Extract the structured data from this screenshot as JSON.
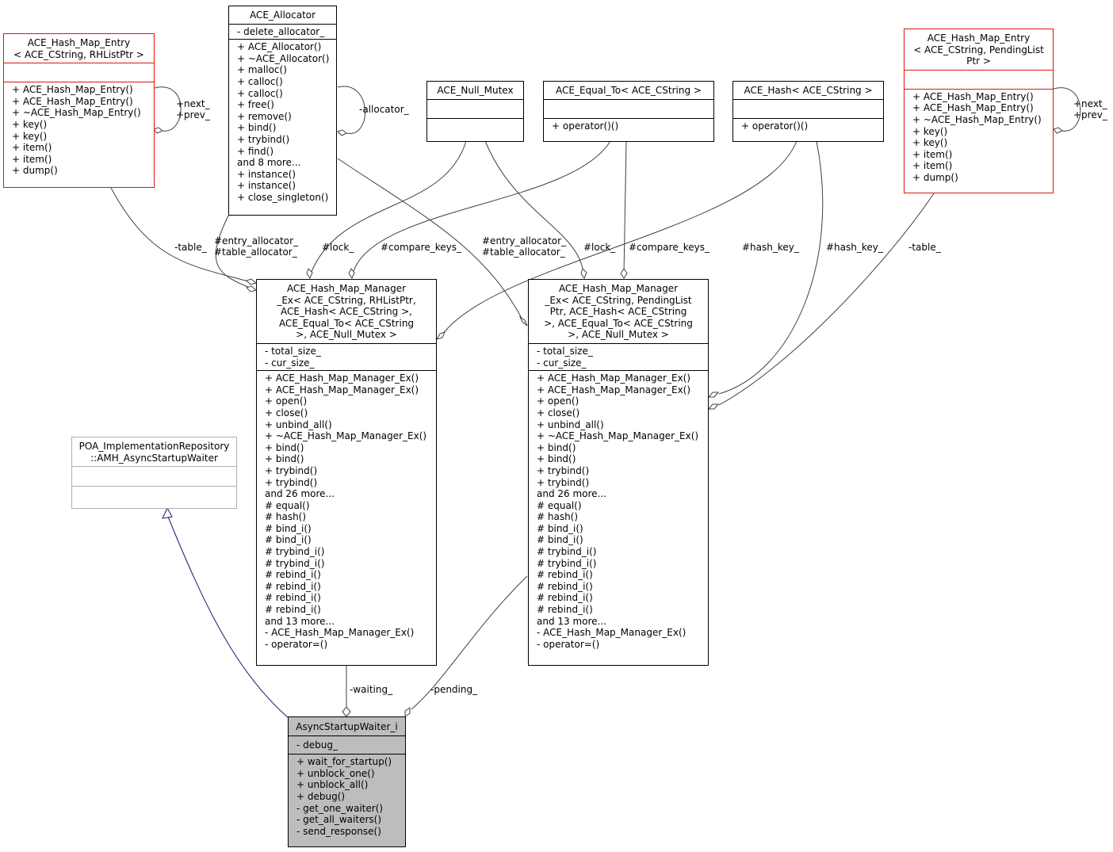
{
  "classes": {
    "hash_map_entry_rh": {
      "title": [
        "ACE_Hash_Map_Entry",
        "< ACE_CString, RHListPtr >"
      ],
      "attributes": [],
      "methods": [
        "+ ACE_Hash_Map_Entry()",
        "+ ACE_Hash_Map_Entry()",
        "+ ~ACE_Hash_Map_Entry()",
        "+ key()",
        "+ key()",
        "+ item()",
        "+ item()",
        "+ dump()"
      ]
    },
    "ace_allocator": {
      "title": [
        "ACE_Allocator"
      ],
      "attributes": [
        "- delete_allocator_"
      ],
      "methods": [
        "+ ACE_Allocator()",
        "+ ~ACE_Allocator()",
        "+ malloc()",
        "+ calloc()",
        "+ calloc()",
        "+ free()",
        "+ remove()",
        "+ bind()",
        "+ trybind()",
        "+ find()",
        "and 8 more...",
        "+ instance()",
        "+ instance()",
        "+ close_singleton()"
      ]
    },
    "ace_null_mutex": {
      "title": [
        "ACE_Null_Mutex"
      ],
      "attributes": [],
      "methods": []
    },
    "ace_equal_to": {
      "title": [
        "ACE_Equal_To< ACE_CString >"
      ],
      "attributes": [],
      "methods": [
        "+ operator()()"
      ]
    },
    "ace_hash": {
      "title": [
        "ACE_Hash< ACE_CString >"
      ],
      "attributes": [],
      "methods": [
        "+ operator()()"
      ]
    },
    "hash_map_entry_pending": {
      "title": [
        "ACE_Hash_Map_Entry",
        "< ACE_CString, PendingList",
        "Ptr >"
      ],
      "attributes": [],
      "methods": [
        "+ ACE_Hash_Map_Entry()",
        "+ ACE_Hash_Map_Entry()",
        "+ ~ACE_Hash_Map_Entry()",
        "+ key()",
        "+ key()",
        "+ item()",
        "+ item()",
        "+ dump()"
      ]
    },
    "map_manager_rh": {
      "title": [
        "ACE_Hash_Map_Manager",
        "_Ex< ACE_CString, RHListPtr,",
        "ACE_Hash< ACE_CString >,",
        "ACE_Equal_To< ACE_CString",
        ">, ACE_Null_Mutex >"
      ],
      "attributes": [
        "- total_size_",
        "- cur_size_"
      ],
      "methods": [
        "+ ACE_Hash_Map_Manager_Ex()",
        "+ ACE_Hash_Map_Manager_Ex()",
        "+ open()",
        "+ close()",
        "+ unbind_all()",
        "+ ~ACE_Hash_Map_Manager_Ex()",
        "+ bind()",
        "+ bind()",
        "+ trybind()",
        "+ trybind()",
        "and 26 more...",
        "# equal()",
        "# hash()",
        "# bind_i()",
        "# bind_i()",
        "# trybind_i()",
        "# trybind_i()",
        "# rebind_i()",
        "# rebind_i()",
        "# rebind_i()",
        "# rebind_i()",
        "and 13 more...",
        "- ACE_Hash_Map_Manager_Ex()",
        "- operator=()"
      ]
    },
    "map_manager_pending": {
      "title": [
        "ACE_Hash_Map_Manager",
        "_Ex< ACE_CString, PendingList",
        "Ptr, ACE_Hash< ACE_CString",
        ">, ACE_Equal_To< ACE_CString",
        ">, ACE_Null_Mutex >"
      ],
      "attributes": [
        "- total_size_",
        "- cur_size_"
      ],
      "methods": [
        "+ ACE_Hash_Map_Manager_Ex()",
        "+ ACE_Hash_Map_Manager_Ex()",
        "+ open()",
        "+ close()",
        "+ unbind_all()",
        "+ ~ACE_Hash_Map_Manager_Ex()",
        "+ bind()",
        "+ bind()",
        "+ trybind()",
        "+ trybind()",
        "and 26 more...",
        "# equal()",
        "# hash()",
        "# bind_i()",
        "# bind_i()",
        "# trybind_i()",
        "# trybind_i()",
        "# rebind_i()",
        "# rebind_i()",
        "# rebind_i()",
        "# rebind_i()",
        "and 13 more...",
        "- ACE_Hash_Map_Manager_Ex()",
        "- operator=()"
      ]
    },
    "amh_waiter": {
      "title": [
        "POA_ImplementationRepository",
        "::AMH_AsyncStartupWaiter"
      ],
      "attributes": [],
      "methods": []
    },
    "async_waiter": {
      "title": [
        "AsyncStartupWaiter_i"
      ],
      "attributes": [
        "- debug_"
      ],
      "methods": [
        "+ wait_for_startup()",
        "+ unblock_one()",
        "+ unblock_all()",
        "+ debug()",
        "- get_one_waiter()",
        "- get_all_waiters()",
        "- send_response()"
      ]
    }
  },
  "edge_labels": {
    "next_prev_left": [
      "+next_",
      "+prev_"
    ],
    "allocator_self": "-allocator_",
    "next_prev_right": [
      "+next_",
      "+prev_"
    ],
    "table_left": "-table_",
    "entry_alloc_left": [
      "#entry_allocator_",
      "#table_allocator_"
    ],
    "lock_left": "#lock_",
    "compare_left": "#compare_keys_",
    "entry_alloc_right": [
      "#entry_allocator_",
      "#table_allocator_"
    ],
    "lock_right": "#lock_",
    "compare_right": "#compare_keys_",
    "hash_key_left": "#hash_key_",
    "hash_key_right": "#hash_key_",
    "table_right": "-table_",
    "waiting": "-waiting_",
    "pending": "-pending_"
  },
  "colors": {
    "template_border": "#e0150e",
    "external_border": "#b0b0b0",
    "focus_fill": "#bdbdbd",
    "inheritance_arrow": "#191970",
    "edge": "#404040"
  }
}
